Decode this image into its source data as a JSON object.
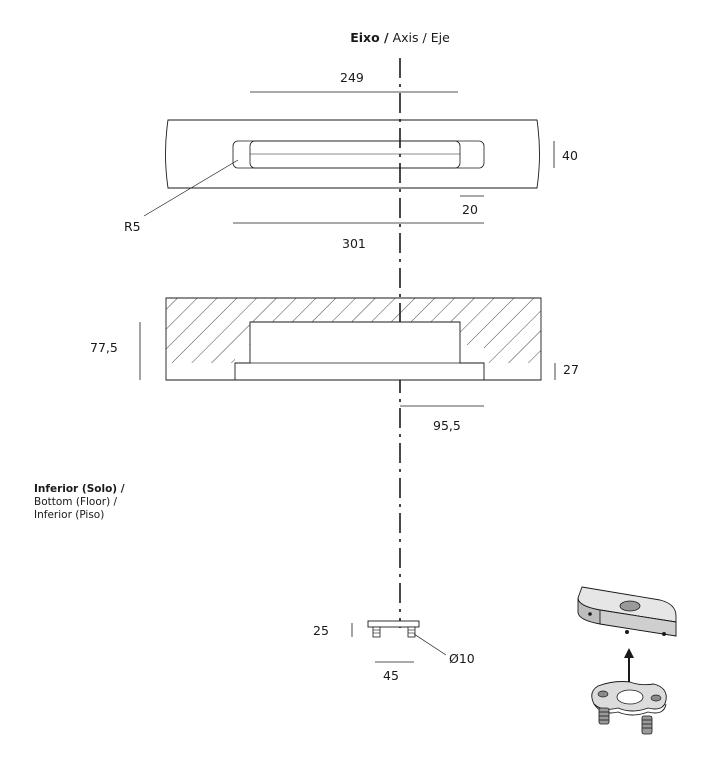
{
  "axis_title": {
    "bold": "Eixo /",
    "rest": "Axis / Eje"
  },
  "dimensions": {
    "top_width": "249",
    "top_height": "40",
    "radius": "R5",
    "slot_offset": "20",
    "section_width": "301",
    "section_height": "77,5",
    "pocket_depth": "27",
    "half_width": "95,5",
    "base_height": "25",
    "pin_diameter": "Ø10",
    "base_width": "45"
  },
  "bottom_label": {
    "line1": "Inferior (Solo) /",
    "line2": "Bottom (Floor) /",
    "line3": "Inferior (Piso)"
  },
  "colors": {
    "ink": "#1a1a1a",
    "body_fill": "#d9d9d9",
    "steel": "#8a8a8a"
  }
}
